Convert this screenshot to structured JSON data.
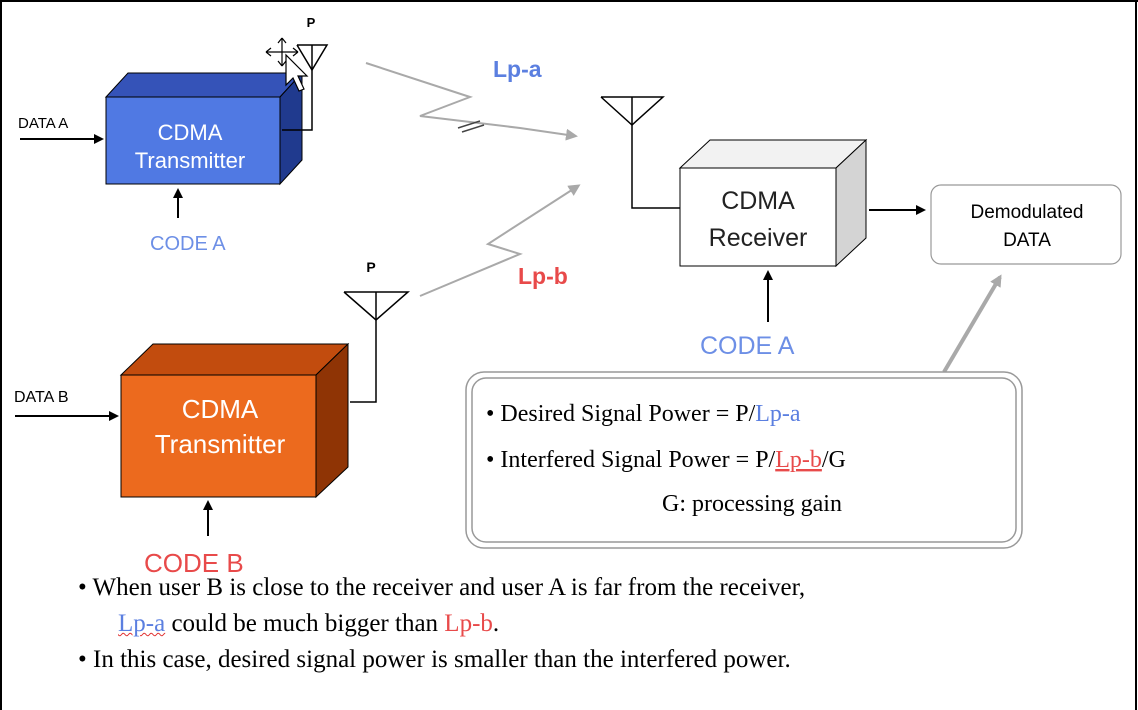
{
  "transmitter_a": {
    "data_label": "DATA A",
    "box_label_1": "CDMA",
    "box_label_2": "Transmitter",
    "code_label": "CODE A",
    "antenna_label": "P",
    "color": "#4f72e0"
  },
  "transmitter_b": {
    "data_label": "DATA B",
    "box_label_1": "CDMA",
    "box_label_2": "Transmitter",
    "code_label": "CODE B",
    "antenna_label": "P",
    "color": "#e8641e"
  },
  "receiver": {
    "box_label_1": "CDMA",
    "box_label_2": "Receiver",
    "code_label": "CODE A"
  },
  "output": {
    "label_1": "Demodulated",
    "label_2": "DATA"
  },
  "path_labels": {
    "a": "Lp-a",
    "b": "Lp-b"
  },
  "info_box": {
    "line1_prefix": "• Desired Signal Power = P/",
    "line1_term": "Lp-a",
    "line2_prefix": "• Interfered Signal Power = P/",
    "line2_term": "Lp-b",
    "line2_suffix": "/G",
    "line3": "G: processing gain"
  },
  "notes": {
    "bullet1_line1": "• When user B is close to the receiver and user A is far from the receiver,",
    "bullet1_term_a": "Lp-a",
    "bullet1_mid": " could be much bigger than ",
    "bullet1_term_b": "Lp-b",
    "bullet1_end": ".",
    "bullet2": "• In this case, desired signal power is smaller than the interfered power."
  },
  "colors": {
    "blue_text": "#5b7fe0",
    "red_text": "#e84a4a"
  }
}
